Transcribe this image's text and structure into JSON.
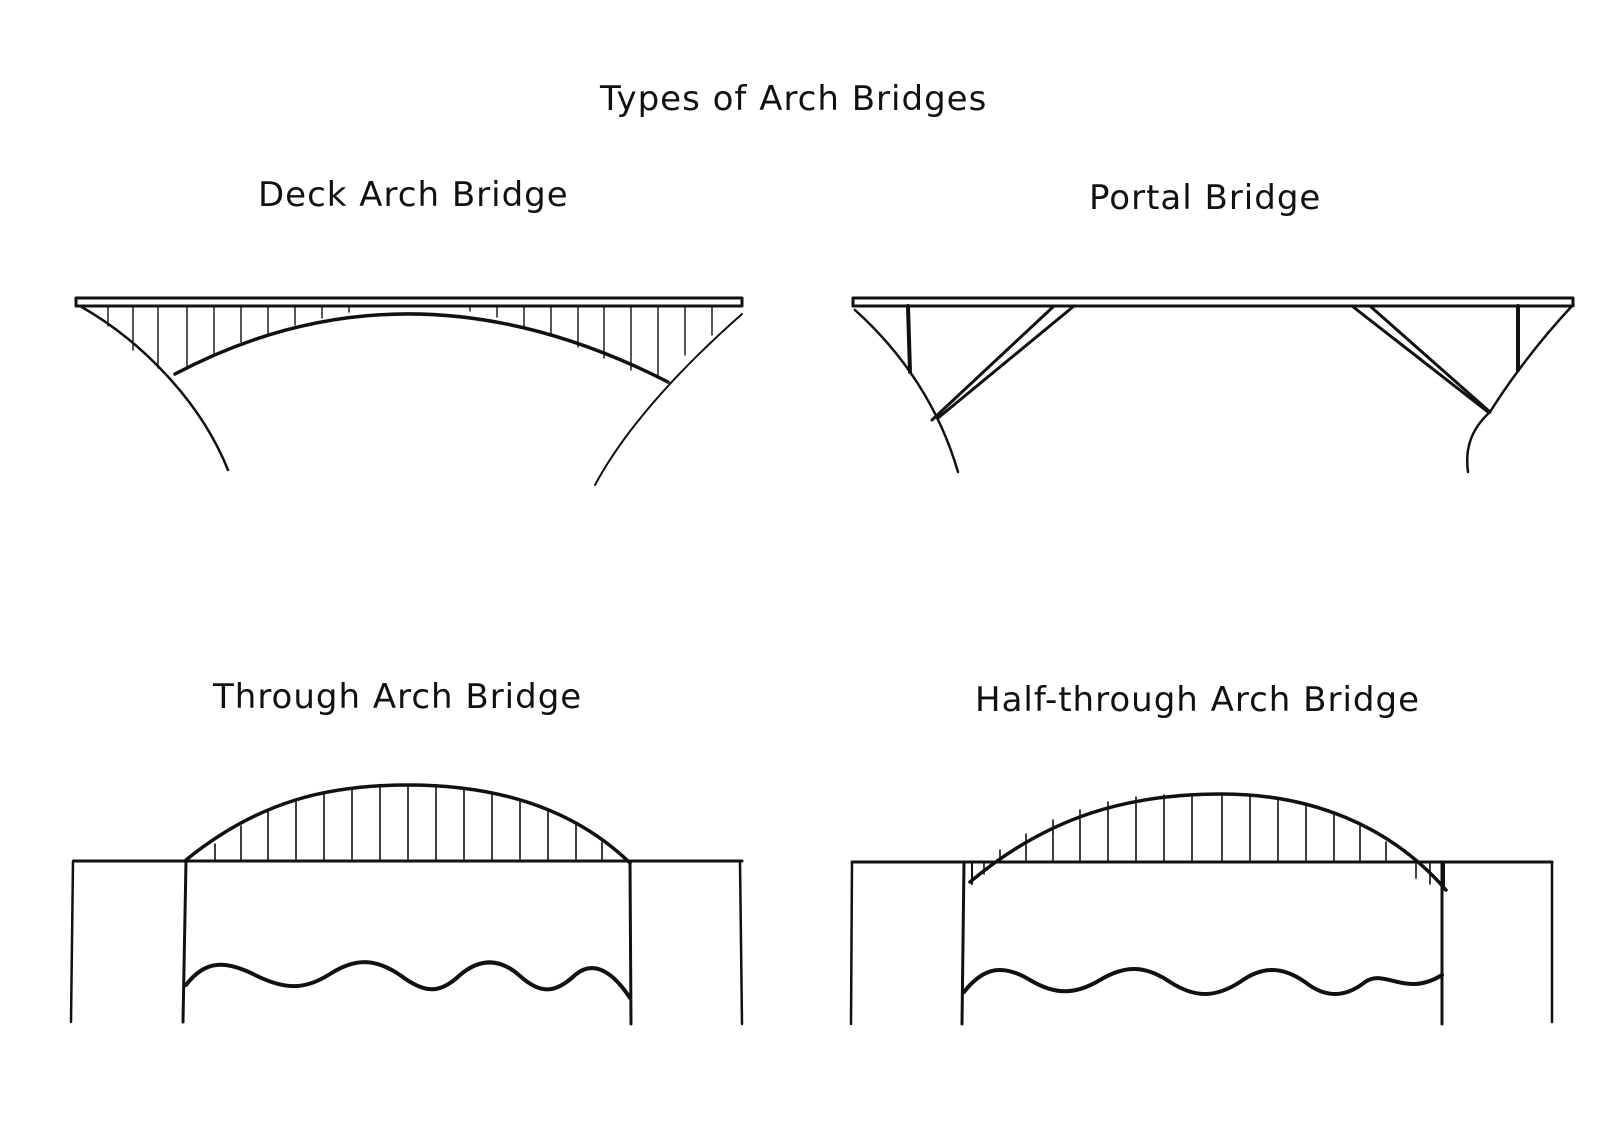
{
  "diagram": {
    "title": "Types of Arch Bridges",
    "panels": [
      {
        "label": "Deck Arch Bridge"
      },
      {
        "label": "Portal Bridge"
      },
      {
        "label": "Through Arch Bridge"
      },
      {
        "label": "Half-through Arch Bridge"
      }
    ]
  },
  "colors": {
    "ink": "#111111",
    "background": "#ffffff"
  }
}
